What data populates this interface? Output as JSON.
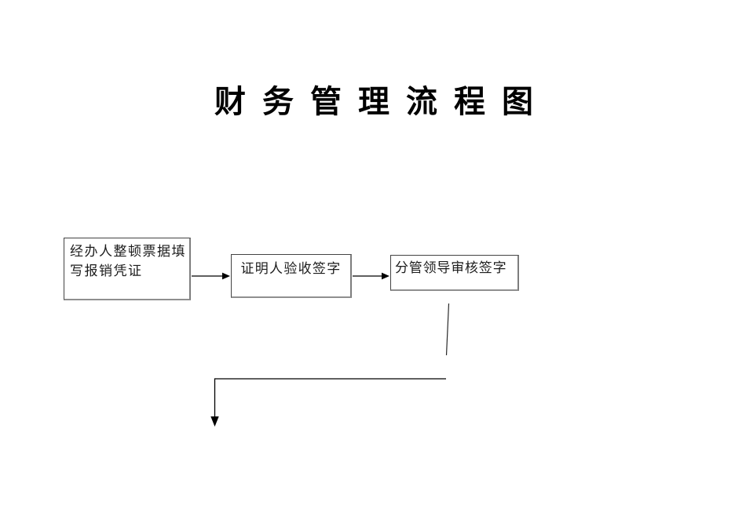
{
  "page": {
    "background_color": "#ffffff",
    "title": "财务管理流程图"
  },
  "flowchart": {
    "boxes": [
      {
        "id": "step-1",
        "label": "经办人整顿票据填写报销凭证",
        "lines": [
          "经办人整顿票据填",
          "写报销凭证"
        ]
      },
      {
        "id": "step-2",
        "label": "证明人验收签字"
      },
      {
        "id": "step-3",
        "label": "分管领导审核签字"
      }
    ],
    "connectors": [
      {
        "name": "arrow-step1-to-step2",
        "type": "arrow-right"
      },
      {
        "name": "arrow-step2-to-step3",
        "type": "arrow-right"
      },
      {
        "name": "dangling-line-below-step3",
        "type": "line"
      },
      {
        "name": "elbow-arrow-down",
        "type": "arrow-down"
      }
    ],
    "colors": {
      "box_border_dark": "#434343",
      "box_border_shadow": "#8f8f8f",
      "line_color": "#000000",
      "text_color": "#1c1c1c"
    }
  }
}
